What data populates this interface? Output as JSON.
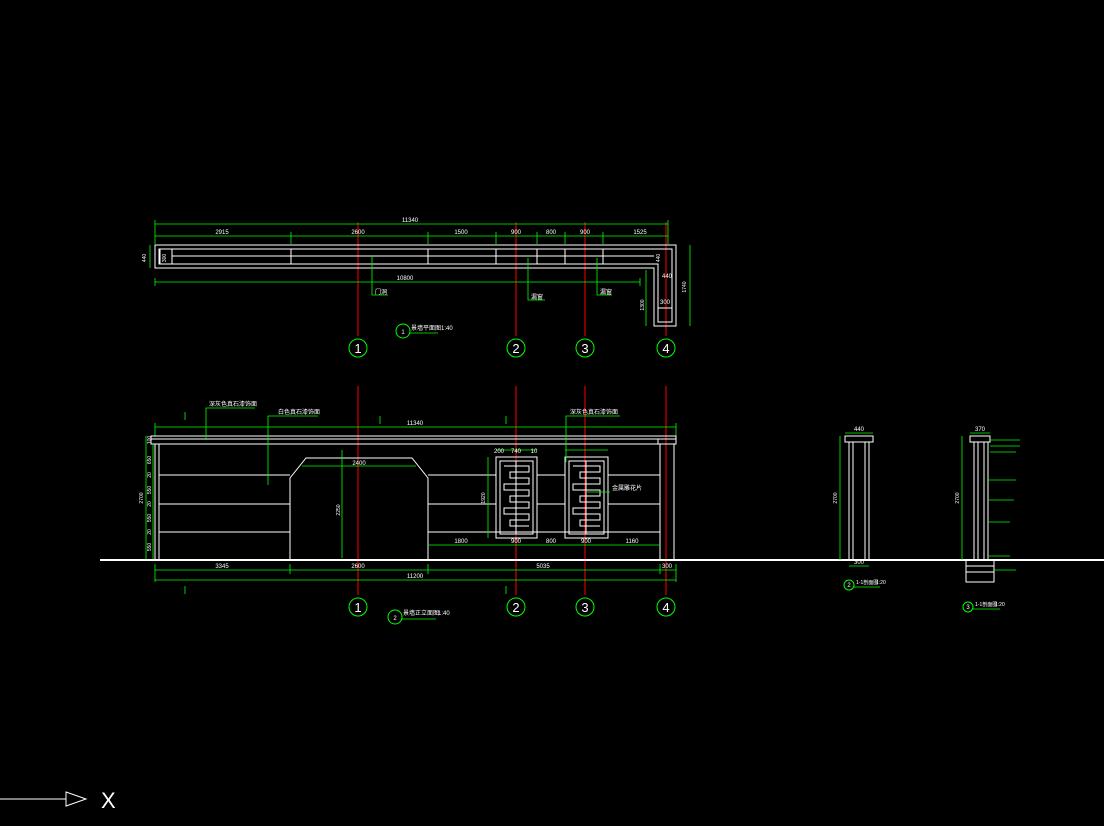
{
  "plan": {
    "overall": "11340",
    "segments": [
      "2915",
      "2600",
      "1500",
      "900",
      "800",
      "900",
      "1525"
    ],
    "inner": "10800",
    "left_height": "440",
    "left_small": "300",
    "right_dims": [
      "440",
      "1300",
      "300"
    ],
    "right_total": "1740",
    "callouts": [
      "门洞",
      "漏窗",
      "漏窗"
    ],
    "title_num": "1",
    "title_text": "景墙平面图",
    "title_scale": "1:40"
  },
  "elev": {
    "top_overall": "11340",
    "bottom_segments": [
      "3345",
      "2600",
      "5035",
      "300"
    ],
    "bottom_overall": "11200",
    "inner_dims": [
      "1800",
      "900",
      "800",
      "900",
      "1160"
    ],
    "arch_width": "2400",
    "arch_height": "2250",
    "window_widths": [
      "200",
      "740",
      "10"
    ],
    "window_height": "1920",
    "left_total": "2700",
    "left_segments": [
      "100",
      "650",
      "20",
      "550",
      "20",
      "550",
      "20",
      "550"
    ],
    "notes": [
      "深灰色真石漆饰面",
      "白色真石漆饰面",
      "深灰色真石漆饰面",
      "金属雕花片"
    ],
    "title_num": "2",
    "title_text": "景墙正立面图",
    "title_scale": "1:40"
  },
  "axes": [
    "1",
    "2",
    "3",
    "4"
  ],
  "section_b": {
    "top": "440",
    "total": "2700",
    "bottom": "300",
    "title_num": "2",
    "title_text": "1-1剖面图",
    "title_scale": "1:20"
  },
  "section_c": {
    "top": "370",
    "total": "2700",
    "title_num": "3",
    "title_text": "1-1剖面图",
    "title_scale": "1:20"
  },
  "ucs": {
    "label": "X"
  },
  "colors": {
    "line": "#ffffff",
    "dimension": "#00ff00",
    "axis": "#ff0000"
  }
}
